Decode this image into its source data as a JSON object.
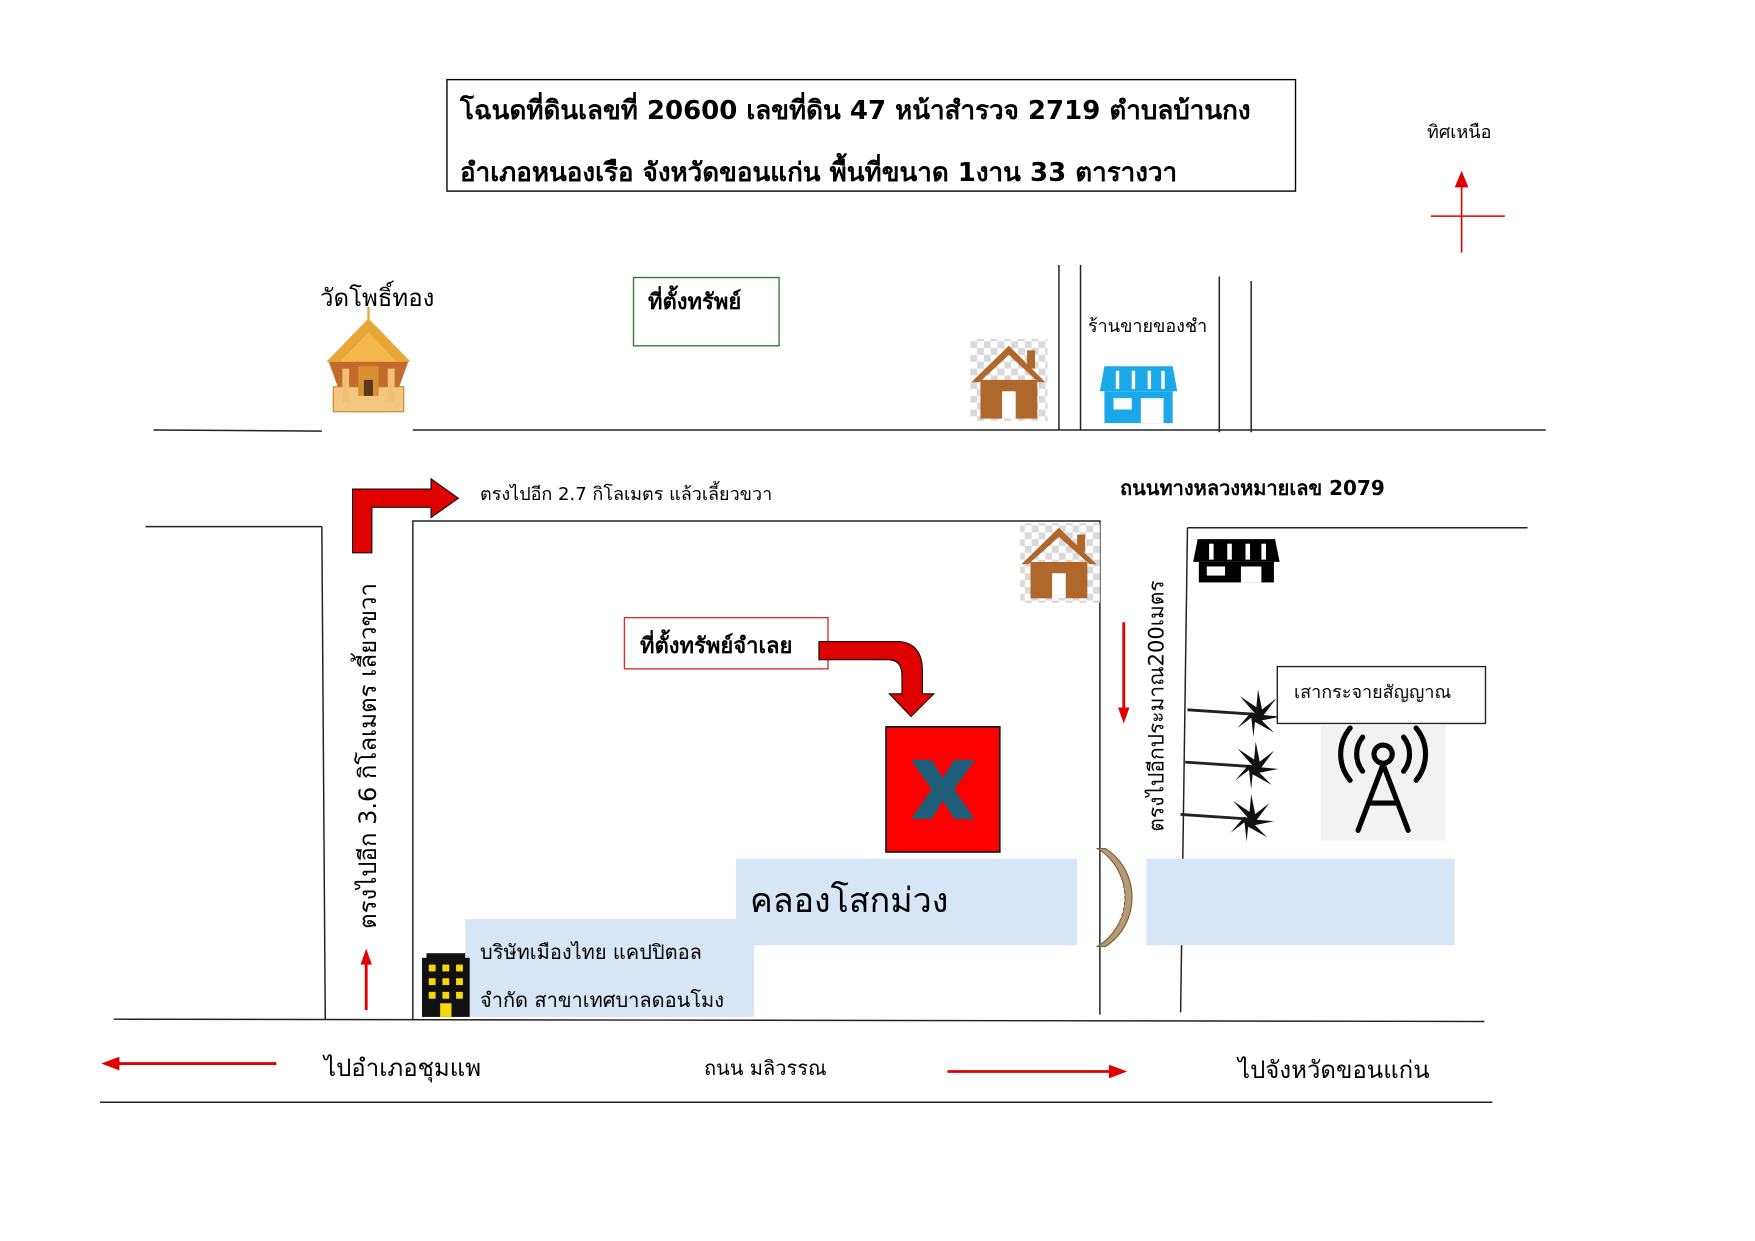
{
  "title": {
    "line1": "โฉนดที่ดินเลขที่ 20600 เลขที่ดิน 47 หน้าสำรวจ 2719 ตำบลบ้านกง",
    "line2": "อำเภอหนองเรือ จังหวัดขอนแก่น พื้นที่ขนาด 1งาน 33 ตารางวา"
  },
  "north_label": "ทิศเหนือ",
  "labels": {
    "temple": "วัดโพธิ์ทอง",
    "asset_location_box": "ที่ตั้งทรัพย์",
    "grocery_shop": "ร้านขายของชำ",
    "highway": "ถนนทางหลวงหมายเลข 2079",
    "straight_turn_right": "ตรงไปอีก 2.7 กิโลเมตร แล้วเลี้ยวขวา",
    "left_road_vertical": "ตรงไปอีก 3.6 กิโลเมตร เลี้ยวขวา",
    "asset_callout": "ที่ตั้งทรัพย์จำเลย",
    "right_road_vertical": "ตรงไปอีกประมาณ200เมตร",
    "signal_tower": "เสากระจายสัญญาณ",
    "canal": "คลองโสกม่วง",
    "company_line1": "บริษัทเมืองไทย แคปปิตอล",
    "company_line2": "จำกัด สาขาเทศบาลดอนโมง",
    "bottom_road": "ถนน มลิวรรณ",
    "to_left": "ไปอำเภอชุมแพ",
    "to_right": "ไปจังหวัดขอนแก่น"
  },
  "icons": [
    "temple-icon",
    "house-icon",
    "shop-icon",
    "palm-tree-icon",
    "tower-icon",
    "building-icon",
    "bridge-icon",
    "target-marker-icon",
    "north-arrow-icon"
  ],
  "colors": {
    "arrow": "#e00000",
    "marker_bg": "#ff0000",
    "marker_x": "#1f5f7a",
    "canal": "#d6e6f6",
    "shop_blue": "#1ba8e8",
    "house": "#b0672c",
    "temple_gold": "#e8a636"
  }
}
